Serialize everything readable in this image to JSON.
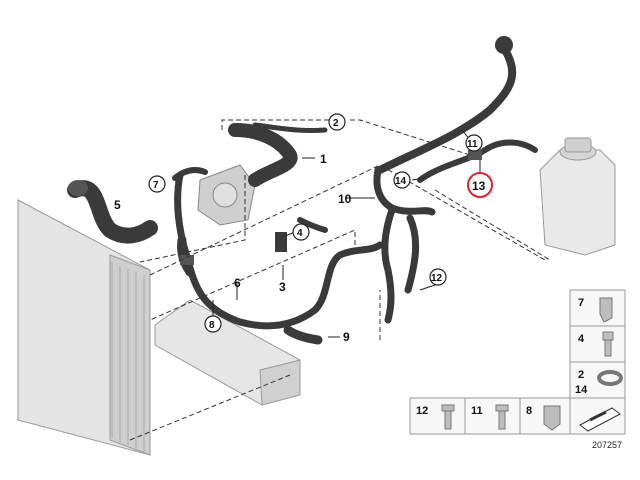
{
  "labels": {
    "p1": "1",
    "p2": "2",
    "p3": "3",
    "p4": "4",
    "p5": "5",
    "p6": "6",
    "p7": "7",
    "p8": "8",
    "p9": "9",
    "p10": "10",
    "p11": "11",
    "p12": "12",
    "p13": "13",
    "p14": "14"
  },
  "panel": {
    "r7": "7",
    "r4": "4",
    "r2": "2",
    "r14": "14",
    "b12": "12",
    "b11": "11",
    "b8": "8"
  },
  "diagram_id": "207257",
  "colors": {
    "hose": "#3a3a3a",
    "hose_highlight": "#7a7a7a",
    "part_gray": "#bdbdbd",
    "radiator": "#d9d9d9",
    "highlight_circle": "#d9232d"
  }
}
